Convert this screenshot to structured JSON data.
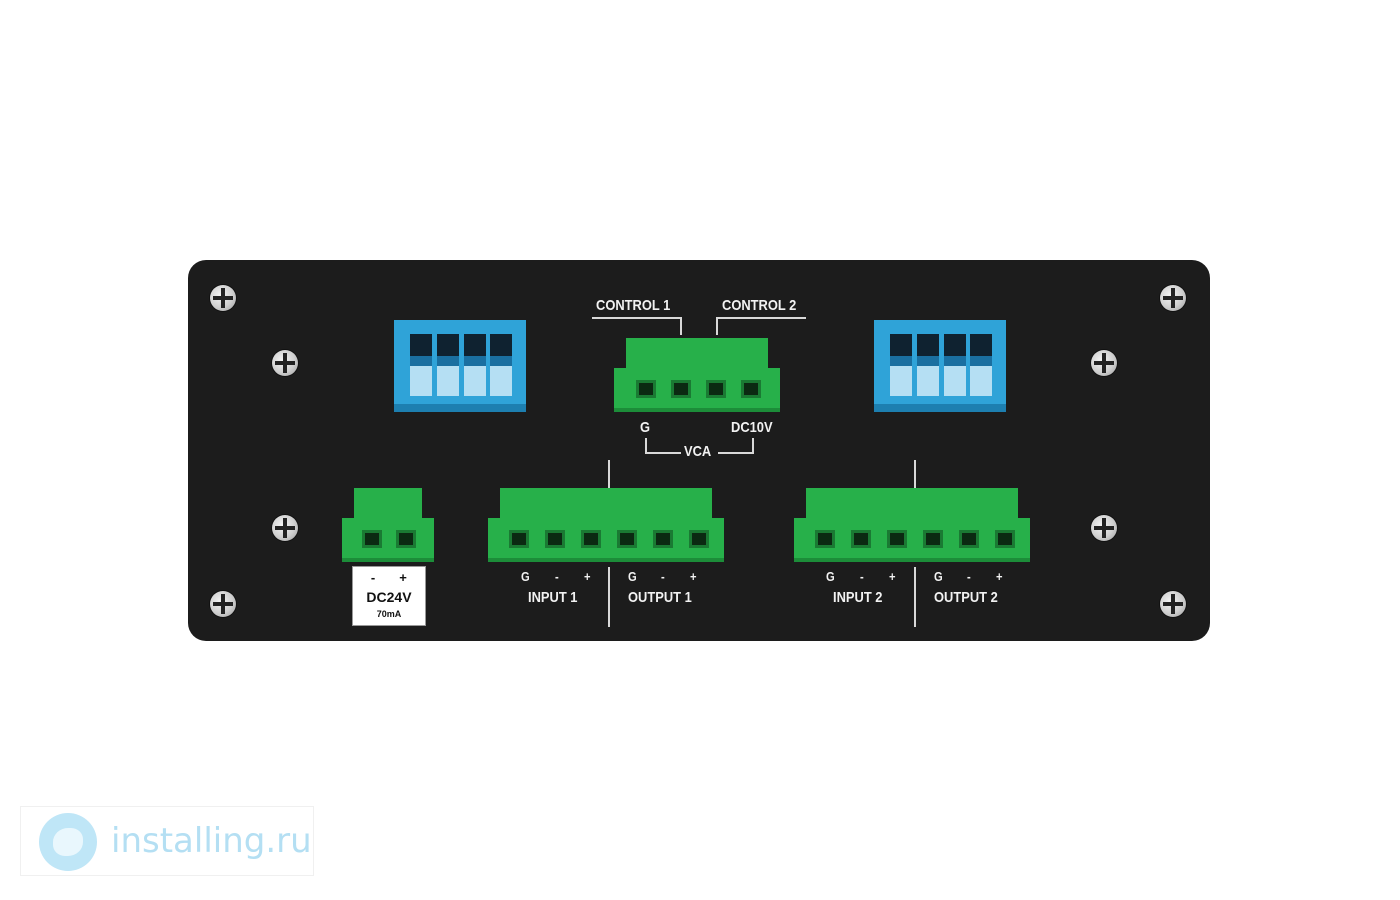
{
  "control": {
    "ch1": "CONTROL 1",
    "ch2": "CONTROL 2"
  },
  "vca": {
    "label": "VCA",
    "left_pin": "G",
    "right_pin": "DC10V"
  },
  "power": {
    "minus": "-",
    "plus": "+",
    "voltage": "DC24V",
    "current": "70mA"
  },
  "pins": {
    "g": "G",
    "minus": "-",
    "plus": "+"
  },
  "channels": [
    {
      "input": "INPUT 1",
      "output": "OUTPUT 1"
    },
    {
      "input": "INPUT 2",
      "output": "OUTPUT 2"
    }
  ],
  "watermark": {
    "text": "installing.ru"
  },
  "colors": {
    "panel": "#1c1c1c",
    "terminal": "#27b04a",
    "dip": "#2fa3d8"
  }
}
